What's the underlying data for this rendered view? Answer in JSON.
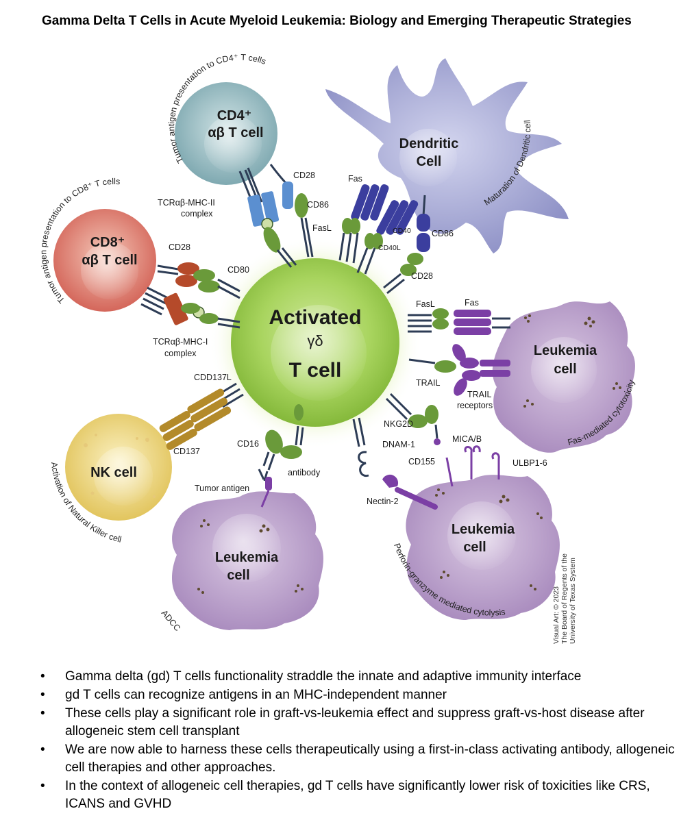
{
  "title": "Gamma Delta T Cells in Acute Myeloid Leukemia: Biology and Emerging Therapeutic Strategies",
  "diagram": {
    "center": {
      "line1": "Activated",
      "line2": "γδ",
      "line3": "T cell"
    },
    "cd4": {
      "line1": "CD4⁺",
      "line2": "αβ T cell"
    },
    "cd8": {
      "line1": "CD8⁺",
      "line2": "αβ T cell"
    },
    "dendritic": {
      "line1": "Dendritic",
      "line2": "Cell"
    },
    "nk": {
      "label": "NK cell"
    },
    "leuk_fas": {
      "line1": "Leukemia",
      "line2": "cell"
    },
    "leuk_nkg2d": {
      "line1": "Leukemia",
      "line2": "cell"
    },
    "leuk_adcc": {
      "line1": "Leukemia",
      "line2": "cell"
    },
    "arc_cd4": "Tumor antigen presentation to CD4⁺ T cells",
    "arc_cd8": "Tumor antigen presentation to CD8⁺ T cells",
    "arc_dc": "Maturation of Dendritic cell",
    "arc_fas": "Fas-mediated cytotoxicity",
    "arc_nk": "Activation of Natural Killer cell",
    "arc_adcc": "ADCC",
    "arc_perforin": "Perforin-granzyme mediated cytolysis",
    "labels": {
      "cd28_top": "CD28",
      "cd86_top": "CD86",
      "tcr_mhc2_1": "TCRαβ-MHC-II",
      "tcr_mhc2_2": "complex",
      "fas_top": "Fas",
      "fasl_top": "FasL",
      "cd40": "CD40",
      "cd40l": "CD40L",
      "cd86_dc": "CD86",
      "cd28_dc": "CD28",
      "cd28_left": "CD28",
      "cd80": "CD80",
      "tcr_mhc1_1": "TCRαβ-MHC-I",
      "tcr_mhc1_2": "complex",
      "fasl_right": "FasL",
      "fas_right": "Fas",
      "trail": "TRAIL",
      "trail_rec_1": "TRAIL",
      "trail_rec_2": "receptors",
      "cdd137l": "CDD137L",
      "cd137": "CD137",
      "cd16": "CD16",
      "antibody": "antibody",
      "tumor_antigen": "Tumor antigen",
      "nkg2d": "NKG2D",
      "dnam1": "DNAM-1",
      "mica": "MICA/B",
      "ulbp": "ULBP1-6",
      "cd155": "CD155",
      "nectin": "Nectin-2"
    },
    "credit": [
      "Visual Art: © 2023",
      "The Board of Regents of the",
      "University of Texas System"
    ]
  },
  "bullets": [
    "Gamma delta (gd) T cells functionality straddle the innate and adaptive immunity interface",
    "gd T cells can recognize antigens in an MHC-independent manner",
    "These cells play a significant role in graft-vs-leukemia effect and suppress graft-vs-host disease after allogeneic stem cell transplant",
    "We are now able to harness these cells therapeutically using a first-in-class activating antibody, allogeneic cell therapies and other approaches.",
    "In the context of allogeneic cell therapies, gd T cells have significantly lower risk of toxicities like CRS, ICANS and GVHD"
  ],
  "colors": {
    "gd_cell": "#9ccc4e",
    "cd4_cell": "#8fb9c2",
    "cd8_cell": "#e07a6c",
    "dendritic": "#9c9fcf",
    "nk_cell": "#ecd77a",
    "leukemia": "#b99bc6",
    "receptor_green": "#6a9a3a",
    "receptor_purple": "#7b3fa5",
    "receptor_blue": "#3b3e9e"
  }
}
